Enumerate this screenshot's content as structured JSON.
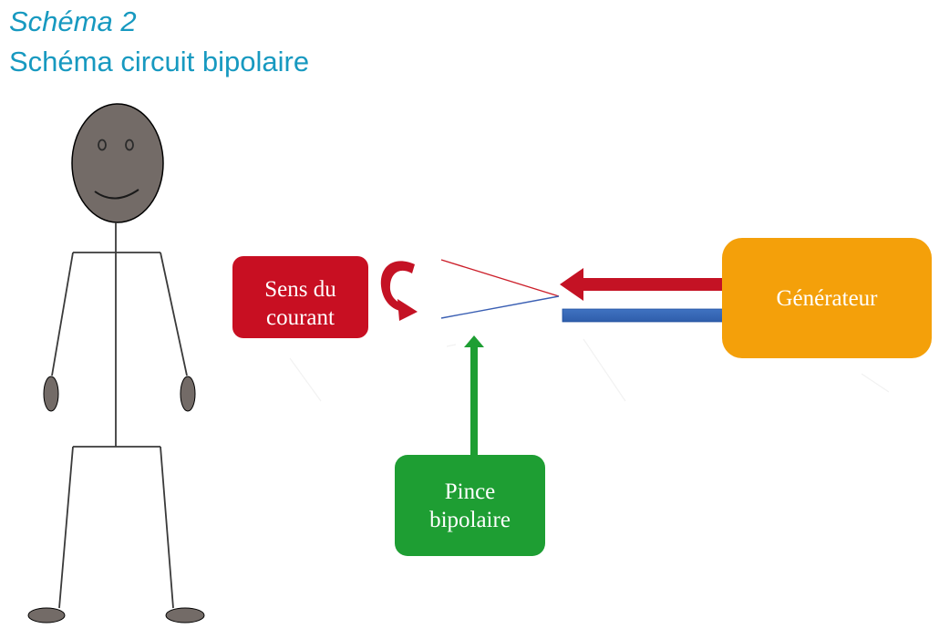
{
  "header": {
    "title": "Schéma 2",
    "subtitle": "Schéma circuit bipolaire"
  },
  "boxes": {
    "sens": {
      "line1": "Sens du",
      "line2": "courant",
      "color": "#c80f22"
    },
    "generateur": {
      "label": "Générateur",
      "color": "#f4a00a"
    },
    "pince": {
      "line1": "Pince",
      "line2": "bipolaire",
      "color": "#1e9e33"
    }
  },
  "colors": {
    "title": "#1799c0",
    "head_fill": "#736b67",
    "limb_stroke": "#3a3a3a",
    "arrow_red": "#c41224",
    "arrow_blue": "#2f62b3",
    "arrow_green": "#1e9e33",
    "tong_red": "#cc1f2a",
    "tong_blue": "#3a5fb3"
  }
}
